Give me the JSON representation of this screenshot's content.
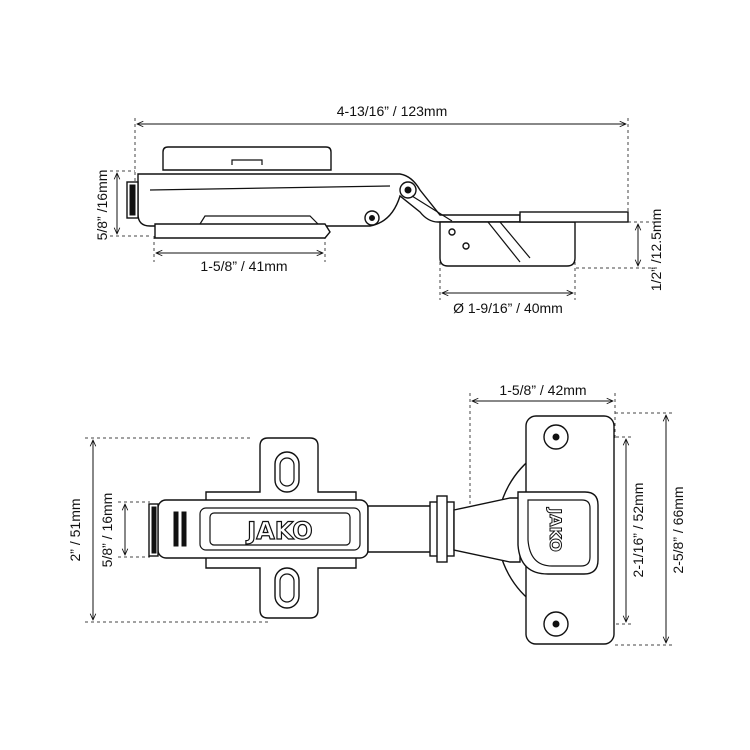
{
  "colors": {
    "line": "#111111",
    "extension": "#444444",
    "background": "#ffffff"
  },
  "brand": {
    "logo_text": "JAKO"
  },
  "side_view": {
    "overall_length": "4-13/16” / 123mm",
    "arm_height": "5/8” /16mm",
    "base_length": "1-5/8” / 41mm",
    "cup_diameter": "Ø 1-9/16” / 40mm",
    "cup_depth": "1/2” /12.5mm"
  },
  "top_view": {
    "plate_height": "2” / 51mm",
    "arm_width": "5/8” / 16mm",
    "cup_width": "1-5/8” / 42mm",
    "hole_spacing": "2-1/16” / 52mm",
    "flange_height": "2-5/8” / 66mm"
  }
}
